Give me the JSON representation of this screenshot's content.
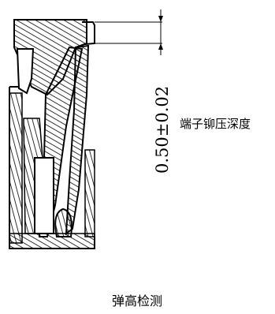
{
  "diagram": {
    "dimension_value": "0.50±0.02",
    "dimension_label": "端子铆压深度",
    "caption": "弹高检测"
  }
}
